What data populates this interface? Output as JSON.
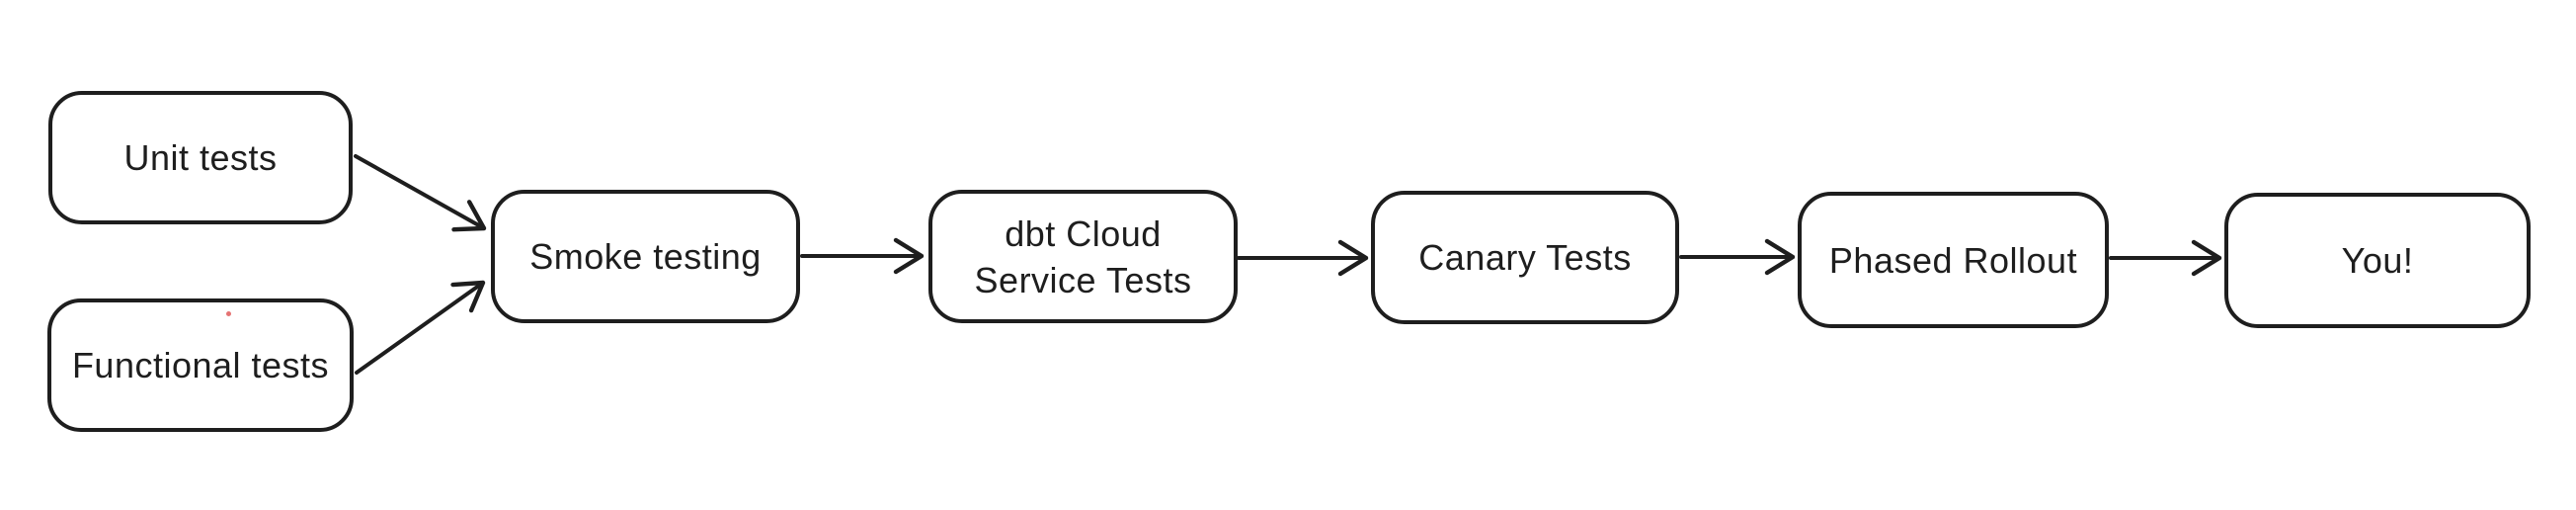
{
  "diagram": {
    "type": "flowchart",
    "style": "hand-drawn",
    "direction": "left-to-right",
    "colors": {
      "stroke": "#1e1e1e",
      "canvas": "#ffffff",
      "artifact_dot": "#e57373"
    },
    "nodes": [
      {
        "id": "unit-tests",
        "label": "Unit tests"
      },
      {
        "id": "functional-tests",
        "label": "Functional tests"
      },
      {
        "id": "smoke-testing",
        "label": "Smoke testing"
      },
      {
        "id": "dbt-cloud-service-tests",
        "label": "dbt Cloud\nService Tests"
      },
      {
        "id": "canary-tests",
        "label": "Canary Tests"
      },
      {
        "id": "phased-rollout",
        "label": "Phased Rollout"
      },
      {
        "id": "you",
        "label": "You!"
      }
    ],
    "edges": [
      {
        "from": "unit-tests",
        "to": "smoke-testing"
      },
      {
        "from": "functional-tests",
        "to": "smoke-testing"
      },
      {
        "from": "smoke-testing",
        "to": "dbt-cloud-service-tests"
      },
      {
        "from": "dbt-cloud-service-tests",
        "to": "canary-tests"
      },
      {
        "from": "canary-tests",
        "to": "phased-rollout"
      },
      {
        "from": "phased-rollout",
        "to": "you"
      }
    ]
  }
}
